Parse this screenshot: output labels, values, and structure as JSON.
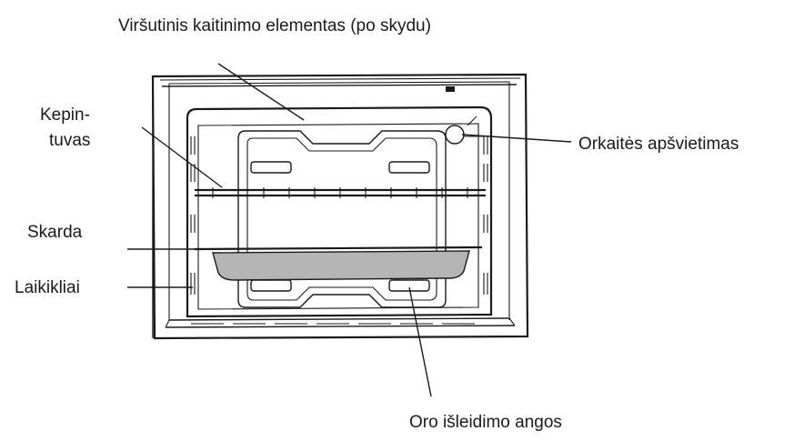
{
  "labels": {
    "top_heater": "Viršutinis kaitinimo elementas (po skydu)",
    "grill_rack_line1": "Kepin-",
    "grill_rack_line2": "tuvas",
    "oven_light": "Orkaitės apšvietimas",
    "baking_tray": "Skarda",
    "rack_supports": "Laikikliai",
    "air_vents": "Oro išleidimo angos"
  },
  "colors": {
    "line": "#1a1a1a",
    "tray_fill": "#b4b4b4",
    "background": "#ffffff"
  }
}
